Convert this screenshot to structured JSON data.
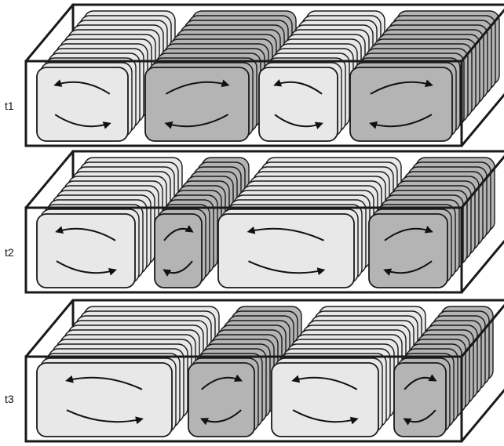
{
  "panels": [
    {
      "label": "t1",
      "cells": [
        {
          "shade": "light",
          "rotation": "ccw"
        },
        {
          "shade": "dark",
          "rotation": "cw"
        },
        {
          "shade": "light",
          "rotation": "ccw"
        },
        {
          "shade": "dark",
          "rotation": "cw"
        }
      ]
    },
    {
      "label": "t2",
      "cells": [
        {
          "shade": "light",
          "rotation": "ccw"
        },
        {
          "shade": "dark",
          "rotation": "cw"
        },
        {
          "shade": "light",
          "rotation": "ccw"
        },
        {
          "shade": "dark",
          "rotation": "cw"
        }
      ]
    },
    {
      "label": "t3",
      "cells": [
        {
          "shade": "light",
          "rotation": "ccw"
        },
        {
          "shade": "dark",
          "rotation": "cw"
        },
        {
          "shade": "light",
          "rotation": "ccw"
        },
        {
          "shade": "dark",
          "rotation": "cw"
        }
      ]
    }
  ],
  "colors": {
    "light_cell": "#e8e8e8",
    "dark_cell": "#b4b4b4",
    "stroke": "#1a1a1a",
    "background": "#ffffff"
  }
}
